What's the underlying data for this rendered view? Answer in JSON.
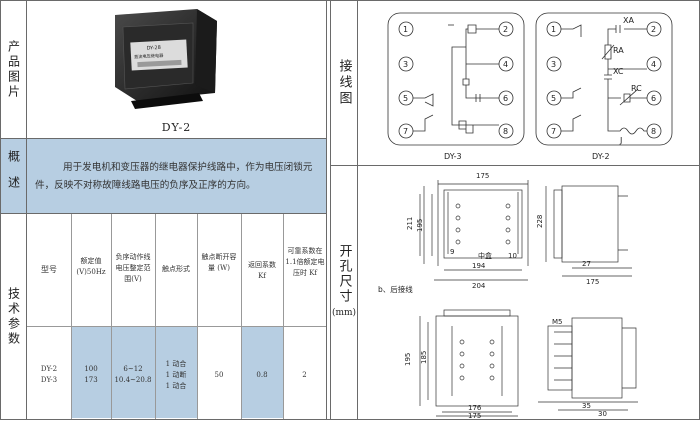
{
  "left": {
    "label_photo": "产品图片",
    "photo_caption": "DY-2",
    "device_brand": "DY-28",
    "device_subtitle": "直流电压继电器",
    "label_overview": "概述",
    "overview_text": "用于发电机和变压器的继电器保护线路中，作为电压闭锁元件，反映不对称故障线路电压的负序及正序的方向。",
    "label_specs": "技术参数",
    "spec_headers": [
      "型号",
      "额定值 (V)50Hz",
      "负序动作线电压整定范围(V)",
      "触点形式",
      "触点断开容量 (W)",
      "返回系数 Kf",
      "可靠系数在 1.1倍额定电压时 Kf"
    ],
    "spec_values": {
      "model": [
        "DY-2",
        "DY-3"
      ],
      "rated": [
        "100",
        "173"
      ],
      "range": [
        "6~12",
        "10.4~20.8"
      ],
      "contact": [
        "1 动合",
        "1 动断",
        "1 动合"
      ],
      "capacity": "50",
      "return": "0.8",
      "reliability": "2"
    }
  },
  "right": {
    "label_wiring": "接线图",
    "label_cutout": "开孔尺寸",
    "label_unit": "(mm)",
    "wiring_left_caption": "DY-3",
    "wiring_right_caption": "DY-2",
    "component_labels": [
      "XA",
      "RA",
      "XC",
      "RC",
      "J"
    ],
    "rear_wiring_caption": "b、后接线",
    "dims": [
      "175",
      "211",
      "195",
      "194",
      "204",
      "228",
      "27",
      "175",
      "195",
      "185",
      "9",
      "中盒",
      "10",
      "176",
      "175",
      "M5",
      "35",
      "30"
    ],
    "terminal_numbers": [
      "1",
      "2",
      "3",
      "4",
      "5",
      "6",
      "7",
      "8"
    ]
  }
}
